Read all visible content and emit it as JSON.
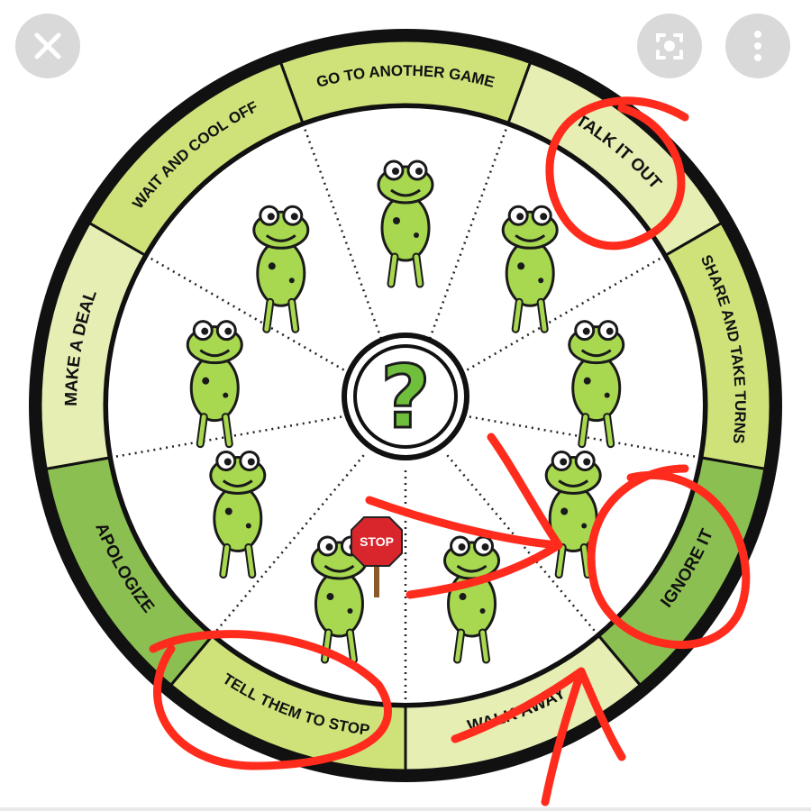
{
  "viewer": {
    "close_icon": "close-icon",
    "lens_icon": "image-search-icon",
    "more_icon": "more-vertical-icon",
    "button_color": "#d9d9d9"
  },
  "wheel": {
    "segments": [
      {
        "label": "GO TO ANOTHER GAME",
        "fill": "#cfe27a"
      },
      {
        "label": "TALK IT OUT",
        "fill": "#e6eeb3"
      },
      {
        "label": "SHARE AND TAKE TURNS",
        "fill": "#cfe27a"
      },
      {
        "label": "IGNORE IT",
        "fill": "#8cbf52"
      },
      {
        "label": "WALK AWAY",
        "fill": "#e6eeb3"
      },
      {
        "label": "TELL THEM TO STOP",
        "fill": "#cfe27a"
      },
      {
        "label": "APOLOGIZE",
        "fill": "#8cbf52"
      },
      {
        "label": "MAKE A DEAL",
        "fill": "#e6eeb3"
      },
      {
        "label": "WAIT AND COOL OFF",
        "fill": "#cfe27a"
      }
    ],
    "center_symbol": "?",
    "stop_sign_text": "STOP",
    "rim_color": "#111111",
    "frog_color": "#a7d84f",
    "accent_red": "#ff2b1c"
  }
}
